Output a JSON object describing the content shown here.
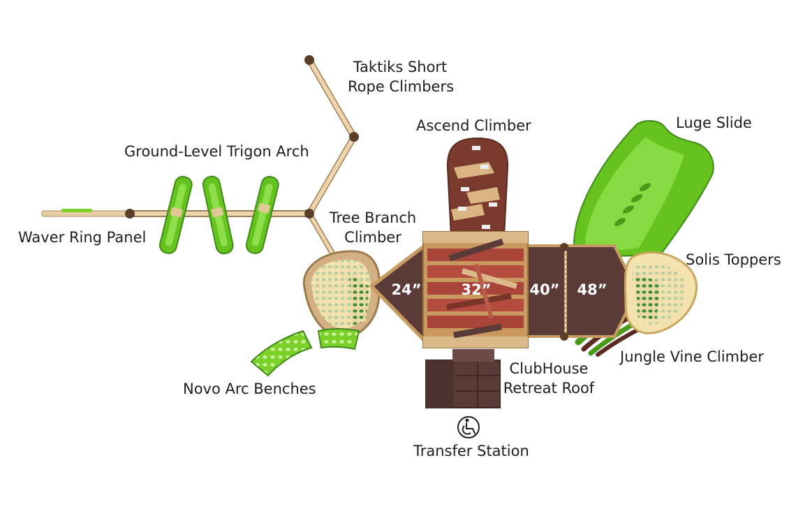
{
  "labels": {
    "taktiks": [
      "Taktiks Short",
      "Rope Climbers"
    ],
    "ascend": "Ascend Climber",
    "luge": "Luge Slide",
    "trigon": "Ground-Level Trigon Arch",
    "waver": "Waver Ring Panel",
    "tree_branch": [
      "Tree Branch",
      "Climber"
    ],
    "solis": "Solis Toppers",
    "jungle_vine": "Jungle Vine Climber",
    "clubhouse": [
      "ClubHouse",
      "Retreat Roof"
    ],
    "novo": "Novo Arc Benches",
    "transfer": "Transfer Station"
  },
  "decks": [
    "24”",
    "32”",
    "40”",
    "48”"
  ],
  "icons": {
    "accessibility": "wheelchair-icon"
  },
  "colors": {
    "deck_brown": "#5a3b38",
    "wood": "#dcb98a",
    "plank_red": "#a8443a",
    "slide_green": "#66c21e",
    "climber_maroon": "#7b3a2e",
    "topper_cream": "#f3e2ad",
    "topper_green": "#3f8a2c"
  }
}
